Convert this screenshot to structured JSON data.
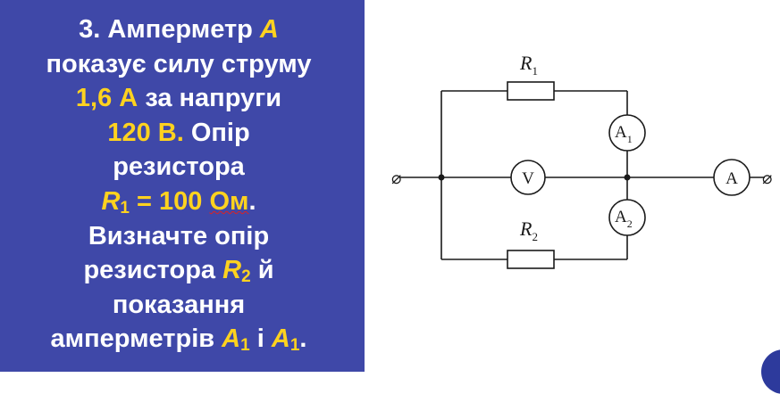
{
  "problem": {
    "line1_a": "3. Амперметр",
    "line1_b": "А",
    "line2": "показує силу струму",
    "line3_a": "1,6 А",
    "line3_b": "за напруги",
    "line4_a": "120 В.",
    "line4_b": "Опір",
    "line5": "резистора",
    "line6_r": "R",
    "line6_sub": "1",
    "line6_eq": "= 100",
    "line6_unit": "Ом",
    "line6_dot": ".",
    "line7": "Визначте опір",
    "line8_a": "резистора",
    "line8_r": "R",
    "line8_sub": "2",
    "line8_b": "й",
    "line9": "показання",
    "line10_a": "амперметрів",
    "line10_a1": "A",
    "line10_a1_sub": "1",
    "line10_and": "і",
    "line10_a2": "A",
    "line10_a2_sub": "1",
    "line10_dot": "."
  },
  "circuit": {
    "r1_label": "R",
    "r1_sub": "1",
    "r2_label": "R",
    "r2_sub": "2",
    "a1_label": "A",
    "a1_sub": "1",
    "a2_label": "A",
    "a2_sub": "2",
    "v_label": "V",
    "a_label": "A",
    "left_terminal": "⌀",
    "right_terminal": "⌀"
  },
  "colors": {
    "panel_bg": "#3f48a8",
    "highlight": "#ffd21f",
    "text": "#ffffff"
  }
}
